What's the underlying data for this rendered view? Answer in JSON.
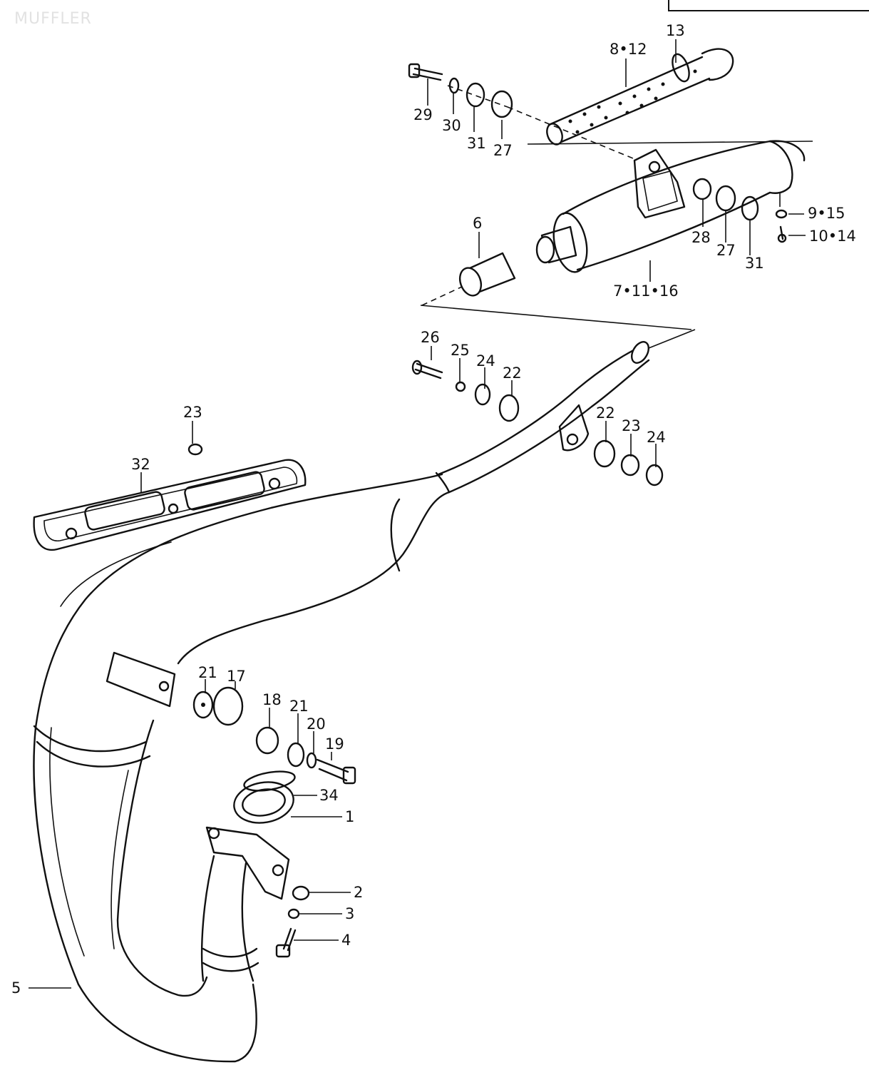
{
  "title": "MUFFLER",
  "callouts": {
    "p1": "1",
    "p2": "2",
    "p3": "3",
    "p4": "4",
    "p5": "5",
    "p6": "6",
    "p7_11_16": "7•11•16",
    "p8_12": "8•12",
    "p9_15": "9•15",
    "p10_14": "10•14",
    "p13": "13",
    "p17": "17",
    "p18": "18",
    "p19": "19",
    "p20": "20",
    "p21a": "21",
    "p21b": "21",
    "p22a": "22",
    "p22b": "22",
    "p23a": "23",
    "p23b": "23",
    "p24a": "24",
    "p24b": "24",
    "p25": "25",
    "p26": "26",
    "p27a": "27",
    "p27b": "27",
    "p28": "28",
    "p29": "29",
    "p30": "30",
    "p31a": "31",
    "p31b": "31",
    "p32": "32",
    "p34": "34"
  }
}
